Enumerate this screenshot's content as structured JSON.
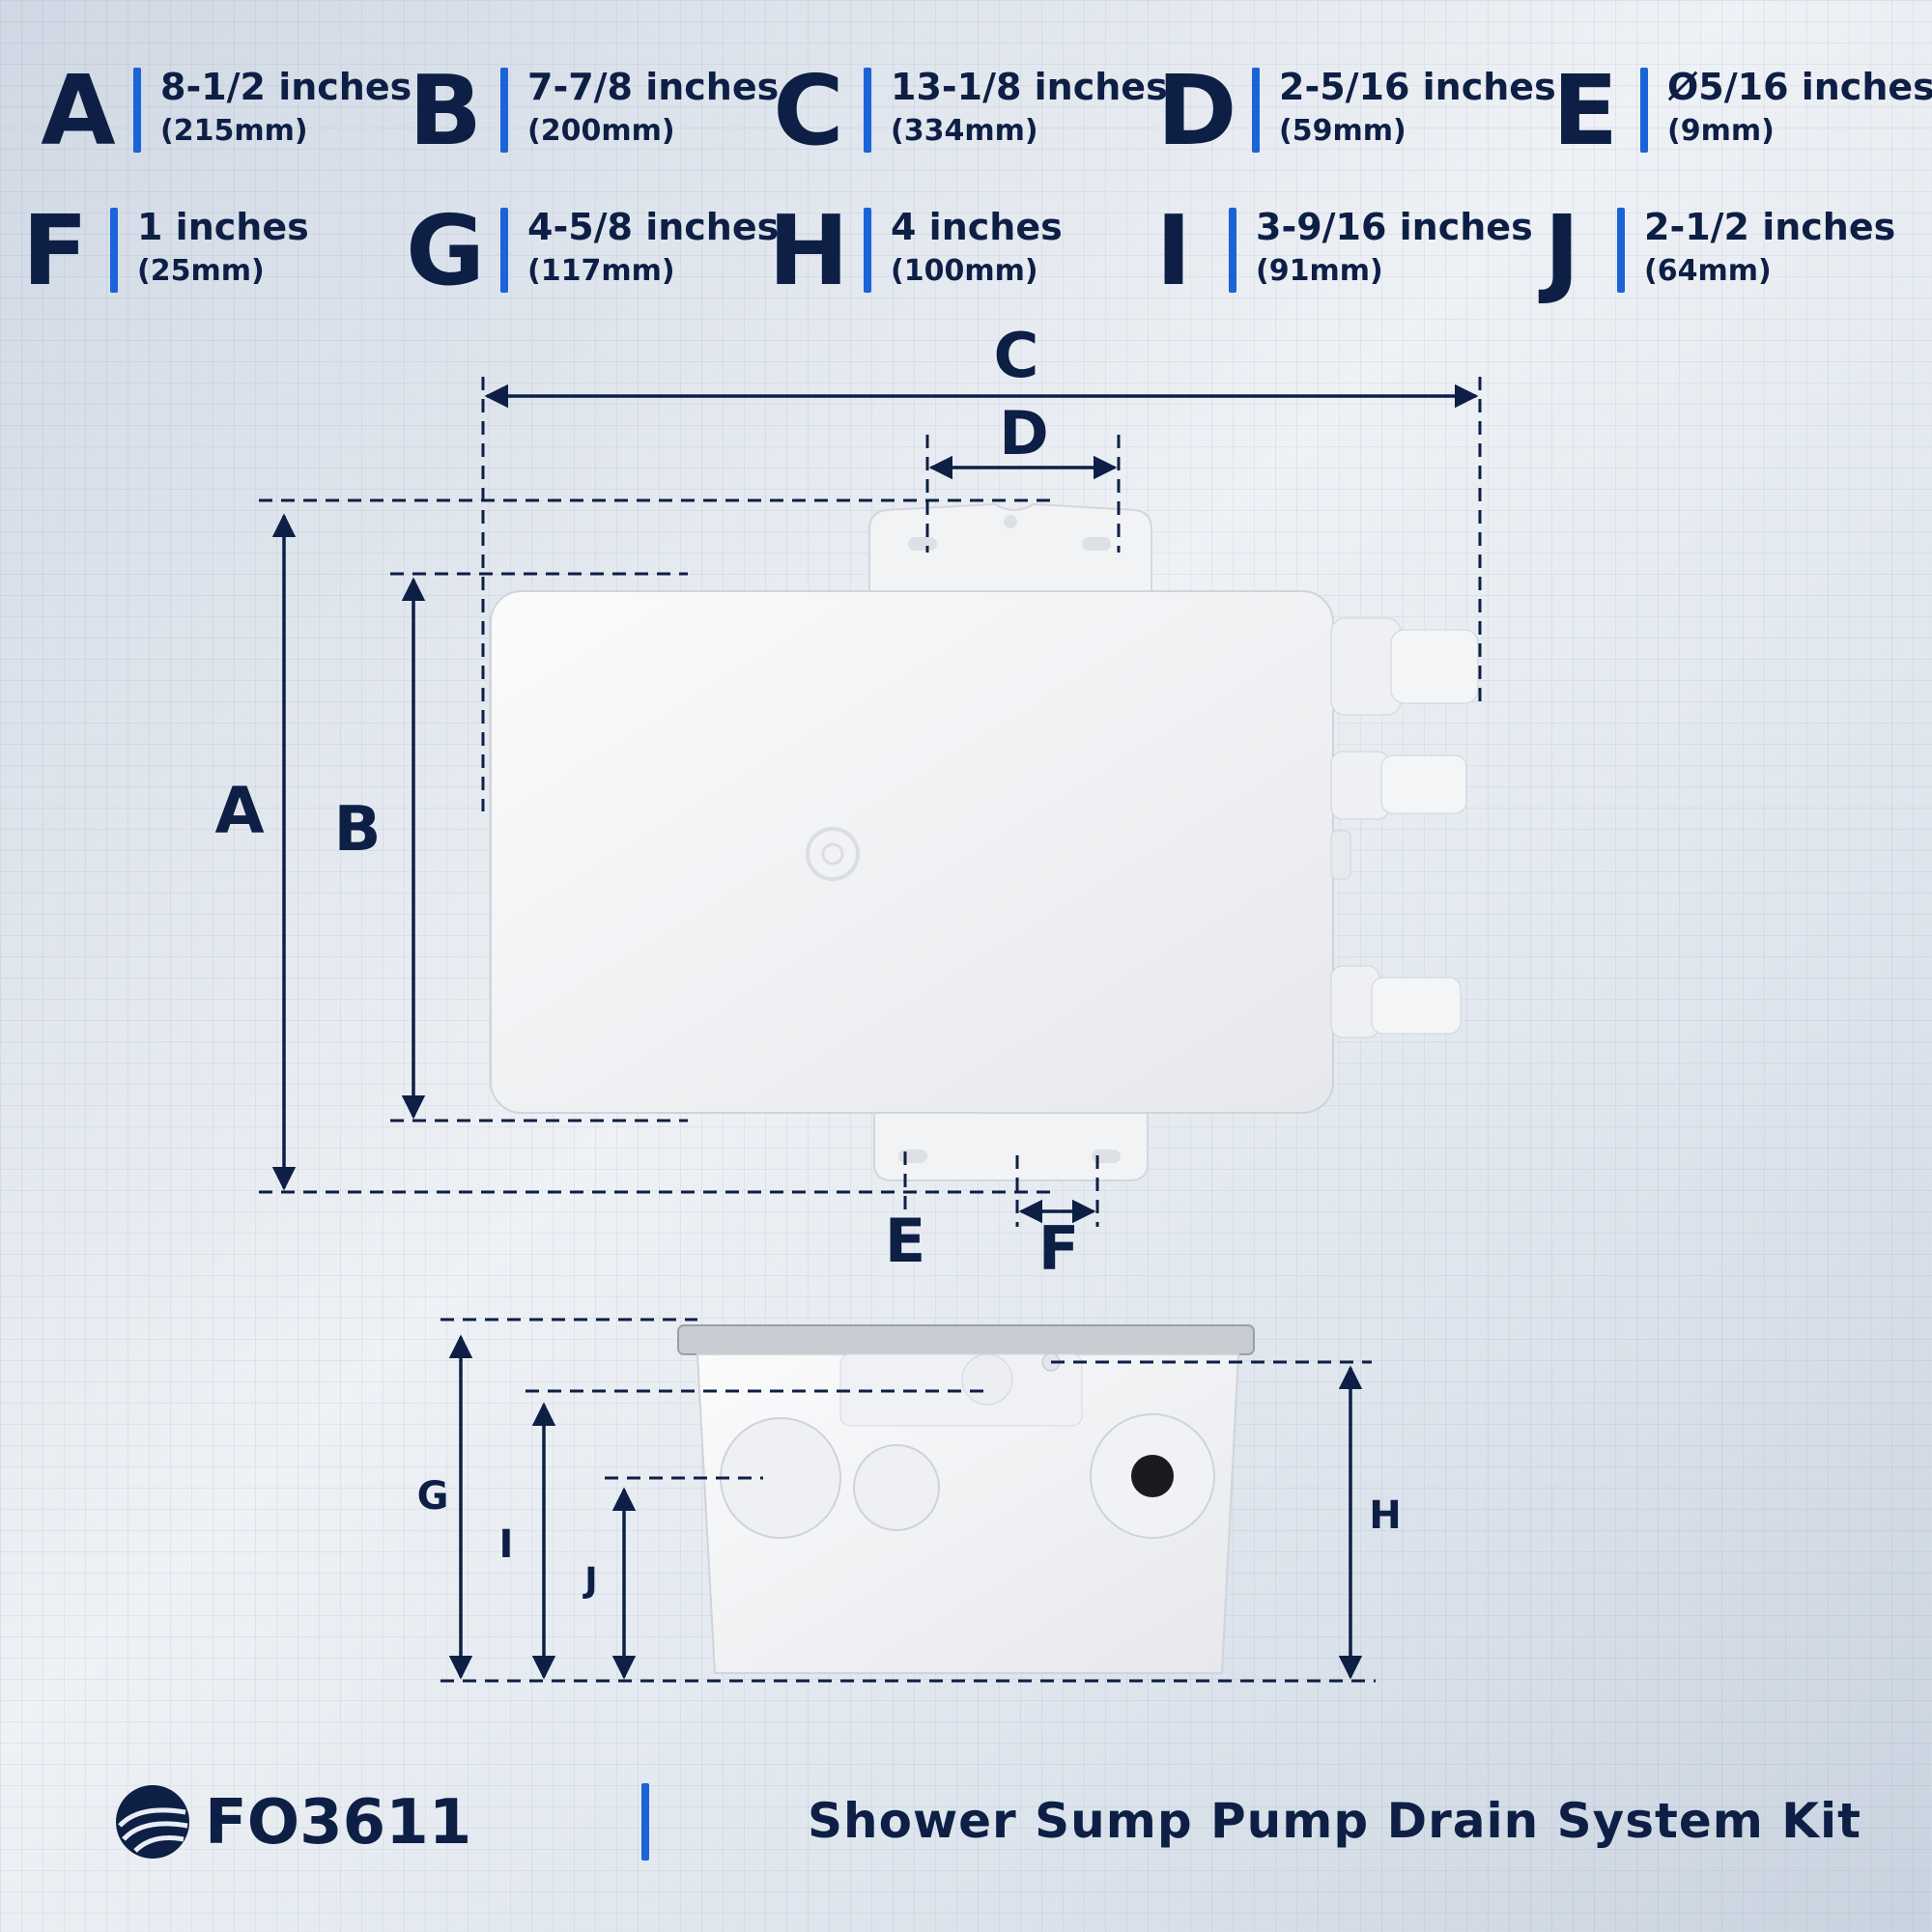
{
  "specs": [
    {
      "letter": "A",
      "inches": "8-1/2 inches",
      "mm": "(215mm)"
    },
    {
      "letter": "B",
      "inches": "7-7/8 inches",
      "mm": "(200mm)"
    },
    {
      "letter": "C",
      "inches": "13-1/8 inches",
      "mm": "(334mm)"
    },
    {
      "letter": "D",
      "inches": "2-5/16 inches",
      "mm": "(59mm)"
    },
    {
      "letter": "E",
      "inches": "Ø5/16 inches",
      "mm": "(9mm)"
    },
    {
      "letter": "F",
      "inches": "1 inches",
      "mm": "(25mm)"
    },
    {
      "letter": "G",
      "inches": "4-5/8 inches",
      "mm": "(117mm)"
    },
    {
      "letter": "H",
      "inches": "4 inches",
      "mm": "(100mm)"
    },
    {
      "letter": "I",
      "inches": "3-9/16 inches",
      "mm": "(91mm)"
    },
    {
      "letter": "J",
      "inches": "2-1/2 inches",
      "mm": "(64mm)"
    }
  ],
  "diagram_labels": {
    "a": "A",
    "b": "B",
    "c": "C",
    "d": "D",
    "e": "E",
    "f": "F",
    "g": "G",
    "h": "H",
    "i": "I",
    "j": "J"
  },
  "footer": {
    "code": "FO3611",
    "title": "Shower Sump Pump Drain System Kit"
  },
  "colors": {
    "navy": "#0d1f45",
    "accent": "#1a63d8",
    "product": "#f4f5f7"
  },
  "icons": {
    "logo": "wave-globe-icon"
  }
}
